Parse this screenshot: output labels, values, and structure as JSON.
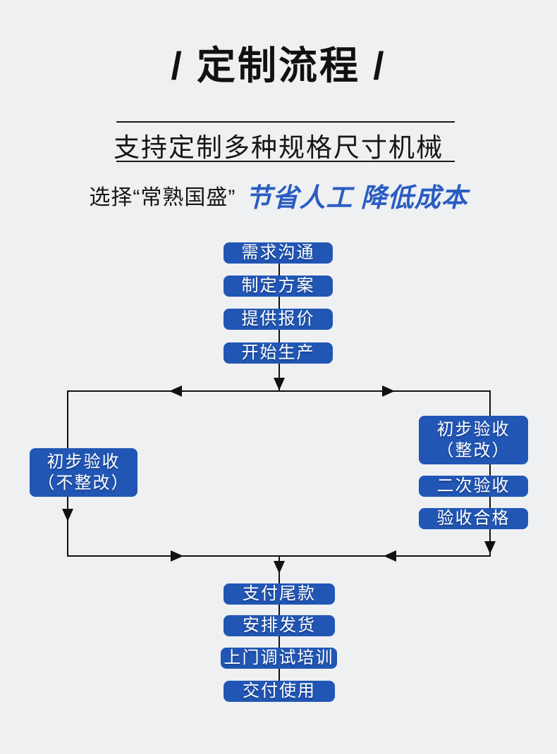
{
  "theme": {
    "page_bg": "#eef0f2",
    "box_blue": "#2156b5",
    "accent_blue": "#2a5cc2",
    "line_color": "#111111"
  },
  "header": {
    "title": "/ 定制流程 /",
    "subtitle": "支持定制多种规格尺寸机械",
    "tagline_black": "选择“常熟国盛”",
    "tagline_blue": "节省人工 降低成本"
  },
  "flowchart": {
    "top_nodes": [
      {
        "label": "需求沟通"
      },
      {
        "label": "制定方案"
      },
      {
        "label": "提供报价"
      },
      {
        "label": "开始生产"
      }
    ],
    "left_node": {
      "label": "初步验收\n（不整改）"
    },
    "right_nodes": [
      {
        "label": "初步验收\n（整改）"
      },
      {
        "label": "二次验收"
      },
      {
        "label": "验收合格"
      }
    ],
    "bottom_nodes": [
      {
        "label": "支付尾款"
      },
      {
        "label": "安排发货"
      },
      {
        "label": "上门调试培训"
      },
      {
        "label": "交付使用"
      }
    ]
  }
}
